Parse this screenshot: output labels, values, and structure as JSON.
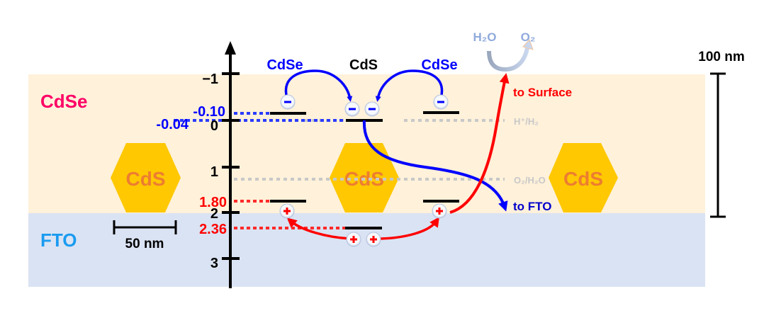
{
  "layers": {
    "top": {
      "label": "CdSe",
      "label_color": "#ff0066",
      "fill": "#fff1da"
    },
    "bottom": {
      "label": "FTO",
      "label_color": "#1a9bf0",
      "fill": "#dae3f3"
    }
  },
  "hexagons": [
    {
      "label": "CdS"
    },
    {
      "label": "CdS"
    },
    {
      "label": "CdS"
    }
  ],
  "hexagon_style": {
    "fill": "#ffc800",
    "text_color": "#ed7d31"
  },
  "scale_bars": {
    "small": {
      "label": "50 nm"
    },
    "large": {
      "label": "100 nm"
    }
  },
  "axis": {
    "ticks": [
      {
        "value": -1,
        "label": "−1"
      },
      {
        "value": 0,
        "label": "0"
      },
      {
        "value": 1,
        "label": "1"
      },
      {
        "value": 2,
        "label": "2"
      },
      {
        "value": 3,
        "label": "3"
      }
    ]
  },
  "material_labels": [
    {
      "text": "CdSe",
      "color": "#0000ff"
    },
    {
      "text": "CdS",
      "color": "#000000"
    },
    {
      "text": "CdSe",
      "color": "#0000ff"
    }
  ],
  "energy_levels": {
    "cdse_cb": {
      "value": -0.1,
      "label": "-0.10",
      "color": "#0000ff"
    },
    "cds_cb": {
      "value": -0.04,
      "label": "-0.04",
      "color": "#0000ff"
    },
    "cdse_vb": {
      "value": 1.8,
      "label": "1.80",
      "color": "#ff0000"
    },
    "cds_vb": {
      "value": 2.36,
      "label": "2.36",
      "color": "#ff0000"
    }
  },
  "redox": {
    "h_plus": {
      "value": 0,
      "label": "H⁺/H₂"
    },
    "o2": {
      "value": 1.23,
      "label": "O₂/H₂O"
    },
    "color": "#c8c8c8"
  },
  "reaction": {
    "reactant": "H₂O",
    "product": "O₂",
    "color": "#8faadc"
  },
  "carriers": {
    "electron_symbol": "−",
    "hole_symbol": "+"
  },
  "annotations": {
    "to_surface": {
      "text": "to Surface",
      "color": "#ff0000"
    },
    "to_fto": {
      "text": "to FTO",
      "color": "#0000cc"
    }
  }
}
